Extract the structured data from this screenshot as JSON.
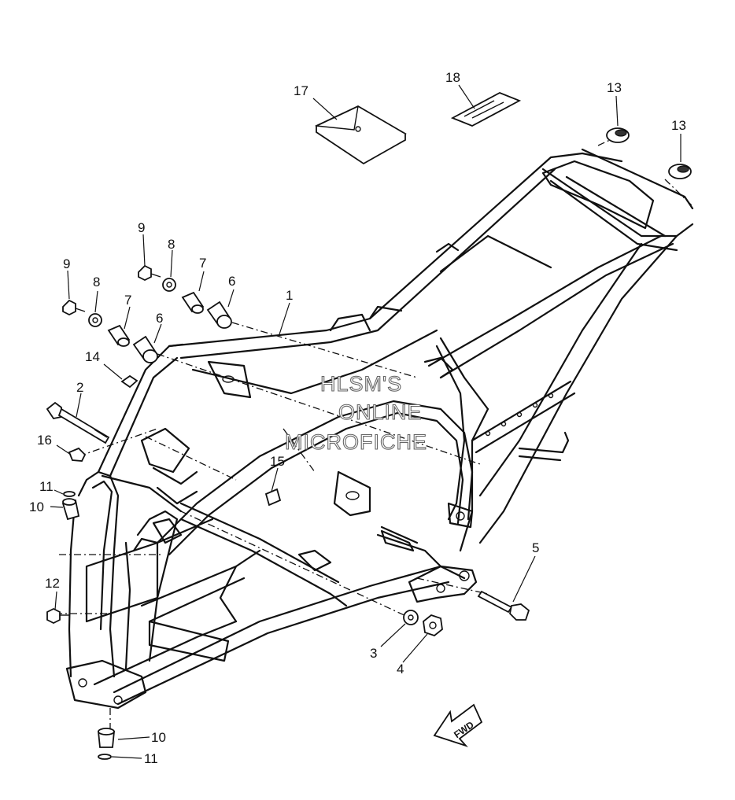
{
  "callouts": {
    "c1": "1",
    "c2": "2",
    "c3": "3",
    "c4": "4",
    "c5": "5",
    "c6a": "6",
    "c6b": "6",
    "c7a": "7",
    "c7b": "7",
    "c8a": "8",
    "c8b": "8",
    "c9a": "9",
    "c9b": "9",
    "c10a": "10",
    "c10b": "10",
    "c11a": "11",
    "c11b": "11",
    "c12": "12",
    "c13a": "13",
    "c13b": "13",
    "c14": "14",
    "c15": "15",
    "c16": "16",
    "c17": "17",
    "c18": "18"
  },
  "watermark": {
    "line1": "HLSM'S",
    "line2": "ONLINE",
    "line3": "MICROFICHE"
  },
  "direction_label": "FWD"
}
